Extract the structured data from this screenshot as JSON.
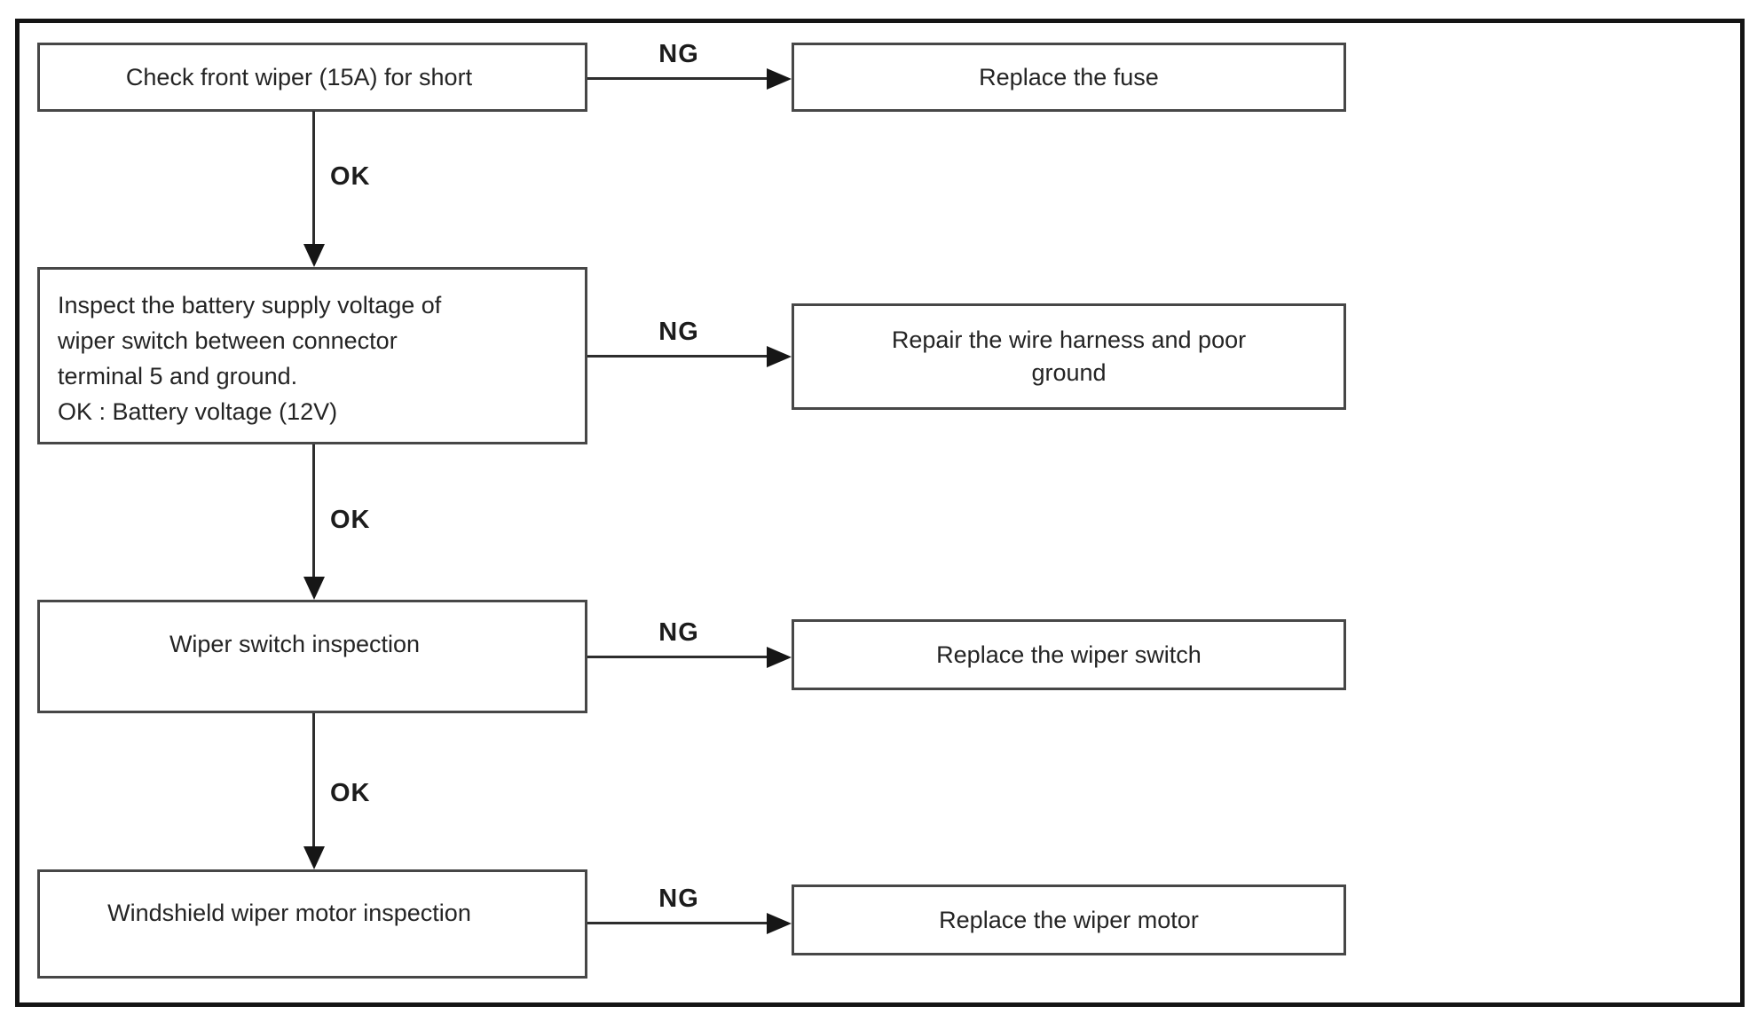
{
  "flowchart": {
    "description": "Front wiper troubleshooting flowchart",
    "labels": {
      "ng": "NG",
      "ok": "OK"
    },
    "rows": [
      {
        "check": "Check front wiper (15A) for short",
        "ng": "NG",
        "action": "Replace the fuse",
        "ok": "OK"
      },
      {
        "check_lines": [
          "Inspect the battery supply voltage of",
          "wiper switch between connector",
          "terminal 5 and ground.",
          "OK : Battery voltage (12V)"
        ],
        "ng": "NG",
        "action_lines": [
          "Repair the wire harness and poor",
          "ground"
        ],
        "ok": "OK"
      },
      {
        "check": "Wiper switch inspection",
        "ng": "NG",
        "action": "Replace the wiper switch",
        "ok": "OK"
      },
      {
        "check": "Windshield wiper motor inspection",
        "ng": "NG",
        "action": "Replace the wiper motor"
      }
    ],
    "colors": {
      "background": "#ffffff",
      "box_border": "#474747",
      "frame_border": "#141414",
      "line": "#2d2d2d",
      "text": "#242424"
    }
  }
}
